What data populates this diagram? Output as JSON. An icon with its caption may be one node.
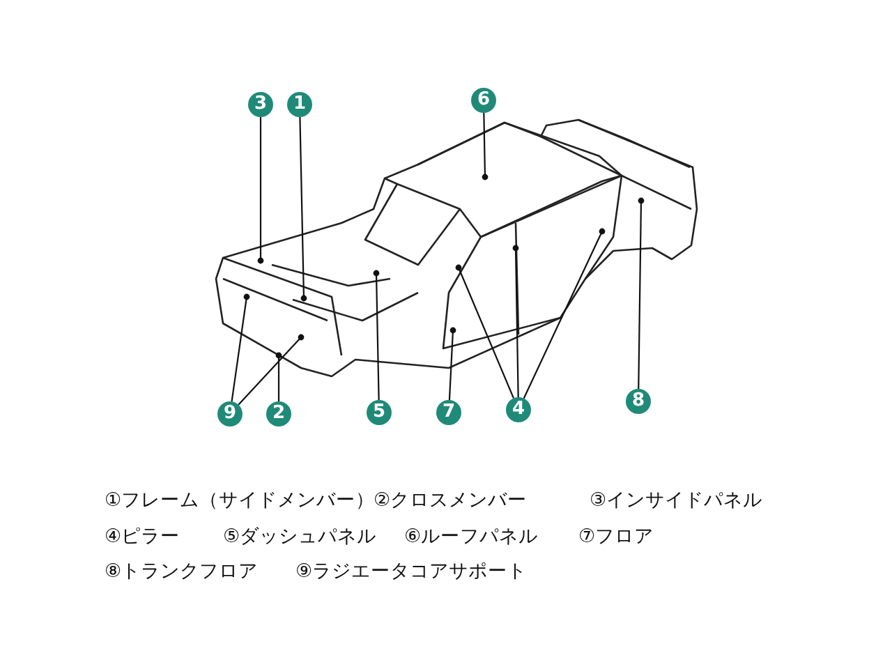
{
  "diagram": {
    "nodes": [
      {
        "text": [
          "3"
        ]
      },
      {
        "text": [
          "1"
        ]
      },
      {
        "text": [
          "6"
        ]
      },
      {
        "text": [
          "9"
        ]
      },
      {
        "text": [
          "2"
        ]
      },
      {
        "text": [
          "5"
        ]
      },
      {
        "text": [
          "7"
        ]
      },
      {
        "text": [
          "4"
        ]
      },
      {
        "text": [
          "8"
        ]
      }
    ],
    "edges": [
      {
        "from": 0,
        "to": null,
        "arrow": "other"
      },
      {
        "from": 1,
        "to": null,
        "arrow": "other"
      },
      {
        "from": 2,
        "to": null,
        "arrow": "other"
      },
      {
        "from": 3,
        "to": null,
        "arrow": "other"
      },
      {
        "from": 3,
        "to": null,
        "arrow": "other"
      },
      {
        "from": 4,
        "to": null,
        "arrow": "other"
      },
      {
        "from": 5,
        "to": null,
        "arrow": "other"
      },
      {
        "from": 6,
        "to": null,
        "arrow": "other"
      },
      {
        "from": 7,
        "to": null,
        "arrow": "other"
      },
      {
        "from": 7,
        "to": null,
        "arrow": "other"
      },
      {
        "from": 7,
        "to": null,
        "arrow": "other"
      },
      {
        "from": 8,
        "to": null,
        "arrow": "other"
      }
    ],
    "labels": [
      "①フレーム（サイドメンバー）",
      "②クロスメンバー",
      "③インサイドパネル",
      "④ピラー",
      "⑤ダッシュパネル",
      "⑥ルーフパネル",
      "⑦フロア",
      "⑧トランクフロア",
      "⑨ラジエータコアサポート"
    ]
  }
}
